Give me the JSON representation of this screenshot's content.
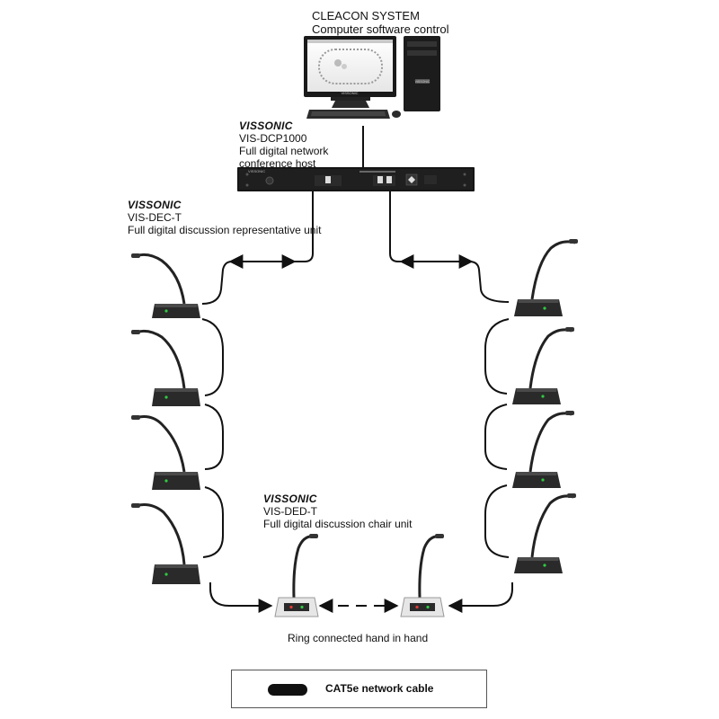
{
  "computer": {
    "title": "CLEACON SYSTEM",
    "subtitle": "Computer software control",
    "monitor_brand": "VISSONIC",
    "tower_badge": "VISSONIC"
  },
  "host": {
    "brand": "VISSONIC",
    "model": "VIS-DCP1000",
    "desc_line1": "Full digital network",
    "desc_line2": "conference host",
    "panel_logo": "VISSONIC"
  },
  "delegate": {
    "brand": "VISSONIC",
    "model": "VIS-DEC-T",
    "desc": "Full digital discussion representative unit"
  },
  "chair": {
    "brand": "VISSONIC",
    "model": "VIS-DED-T",
    "desc": "Full digital discussion chair unit"
  },
  "caption": "Ring connected hand in hand",
  "legend": {
    "label": "CAT5e network cable"
  },
  "colors": {
    "cable": "#111111",
    "unit": "#2a2a2a",
    "chair_unit": "#e8e8e8",
    "led": "#2ecc40"
  }
}
